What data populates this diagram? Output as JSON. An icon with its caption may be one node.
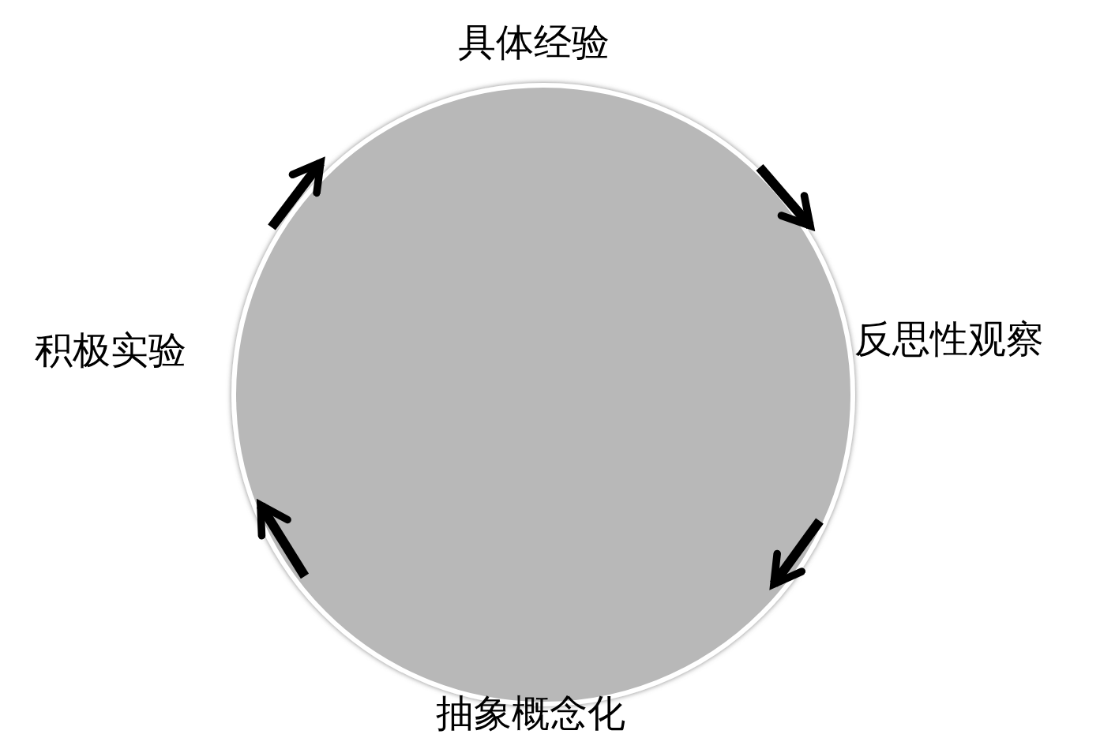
{
  "diagram": {
    "nodes": [
      {
        "text": [
          "具体经验"
        ]
      },
      {
        "text": [
          "反思性观察"
        ]
      },
      {
        "text": [
          "抽象概念化"
        ]
      },
      {
        "text": [
          "积极实验"
        ]
      }
    ]
  }
}
